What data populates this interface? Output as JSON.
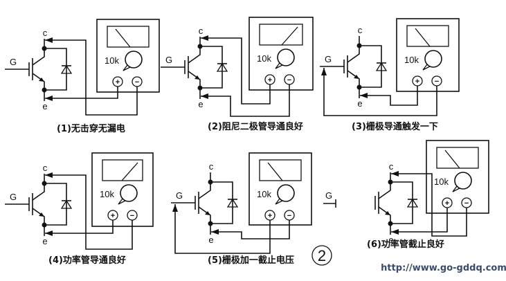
{
  "figure_number": "2",
  "watermark": "http://www.go-gddq.com",
  "labels": {
    "collector": "c",
    "emitter": "e",
    "gate": "G",
    "plus": "+",
    "minus": "−"
  },
  "panels": [
    {
      "id": 1,
      "caption": "(1)无击穿无漏电",
      "range": "10k",
      "needle": "left",
      "probes": "plus-to-e, minus-to-c",
      "gate": "open"
    },
    {
      "id": 2,
      "caption": "(2)阻尼二极管导通良好",
      "range": "10k",
      "needle": "right",
      "probes": "plus-to-c, minus-to-e",
      "gate": "open"
    },
    {
      "id": 3,
      "caption": "(3)栅极导通触发一下",
      "range": "10k",
      "needle": "left",
      "probes": "plus-to-e, minus-to-G",
      "gate": "probe"
    },
    {
      "id": 4,
      "caption": "(4)功率管导通良好",
      "range": "10k",
      "needle": "right",
      "probes": "plus-to-e, minus-to-c",
      "gate": "open"
    },
    {
      "id": 5,
      "caption": "(5)栅极加一截止电压",
      "range": "10k",
      "needle": "left",
      "probes": "plus-to-G, minus-to-e",
      "gate": "probe"
    },
    {
      "id": 6,
      "caption": "(6)功率管截止良好",
      "range": "10k",
      "needle": "left",
      "probes": "plus-to-e, minus-to-c",
      "gate": "detached"
    }
  ]
}
